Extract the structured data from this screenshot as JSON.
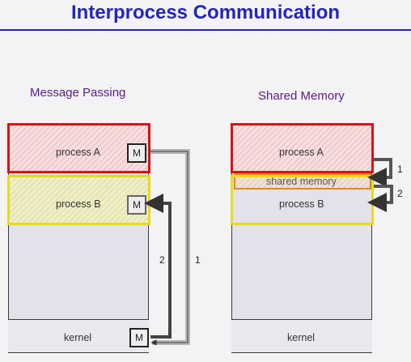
{
  "title": "Interprocess Communication",
  "message_passing": {
    "label": "Message Passing",
    "process_a": "process A",
    "process_b": "process B",
    "kernel": "kernel",
    "mailbox": "M",
    "arrow_1": "1",
    "arrow_2": "2"
  },
  "shared_memory": {
    "label": "Shared Memory",
    "process_a": "process A",
    "shared": "shared memory",
    "process_b": "process B",
    "kernel": "kernel",
    "arrow_1": "1",
    "arrow_2": "2"
  },
  "colors": {
    "title": "#2426b8",
    "section_label": "#5a1a86",
    "process_a_border": "#d4141a",
    "process_b_border": "#e5db1c",
    "shared_border": "#e1881a"
  }
}
